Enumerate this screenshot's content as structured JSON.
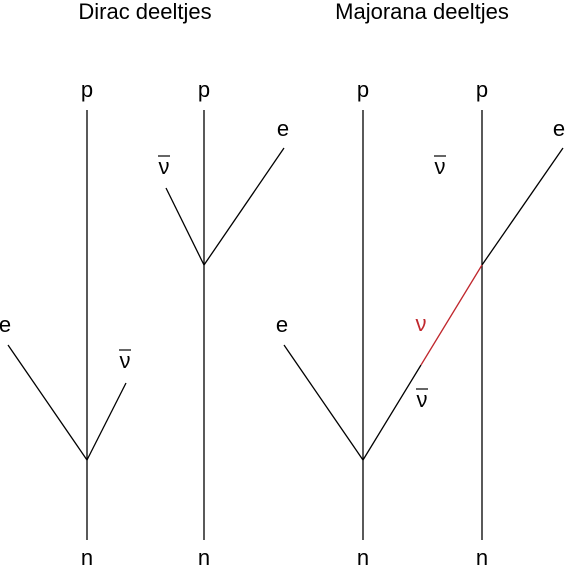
{
  "titles": {
    "dirac": "Dirac deeltjes",
    "majorana": "Majorana deeltjes"
  },
  "labels": {
    "proton": "p",
    "neutron": "n",
    "electron": "e",
    "neutrino": "ν",
    "antineutrino": "ν"
  },
  "colors": {
    "ink": "#000000",
    "highlight": "#c0272d"
  }
}
